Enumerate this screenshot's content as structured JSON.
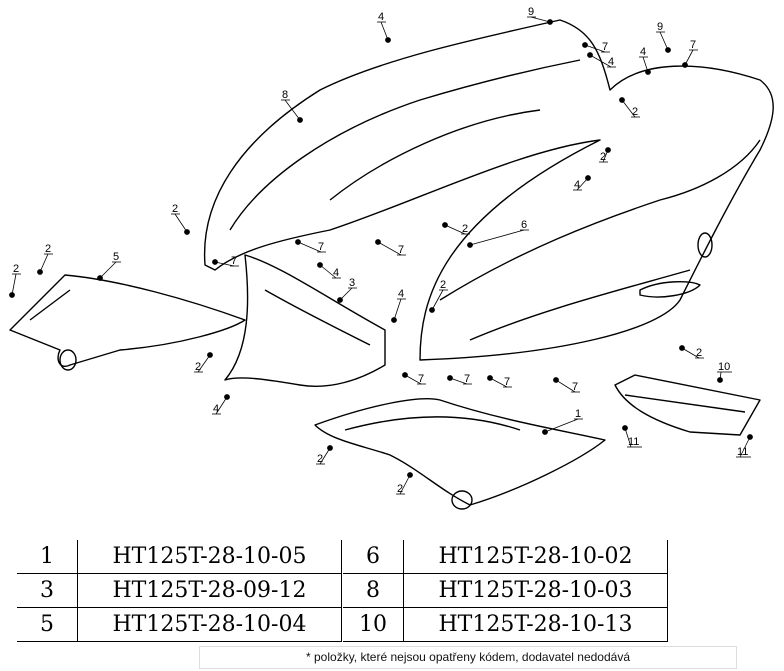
{
  "diagram": {
    "callouts": [
      "4",
      "9",
      "7",
      "4",
      "9",
      "4",
      "7",
      "8",
      "2",
      "2",
      "4",
      "6",
      "2",
      "7",
      "7",
      "2",
      "2",
      "2",
      "5",
      "7",
      "4",
      "3",
      "4",
      "2",
      "2",
      "2",
      "7",
      "7",
      "7",
      "7",
      "10",
      "4",
      "1",
      "2",
      "2",
      "11",
      "11"
    ]
  },
  "parts_table": {
    "left": [
      {
        "num": "1",
        "code": "HT125T-28-10-05"
      },
      {
        "num": "3",
        "code": "HT125T-28-09-12"
      },
      {
        "num": "5",
        "code": "HT125T-28-10-04"
      }
    ],
    "right": [
      {
        "num": "6",
        "code": "HT125T-28-10-02"
      },
      {
        "num": "8",
        "code": "HT125T-28-10-03"
      },
      {
        "num": "10",
        "code": "HT125T-28-10-13"
      }
    ]
  },
  "footnote": "* položky, které nejsou opatřeny kódem, dodavatel nedodává"
}
